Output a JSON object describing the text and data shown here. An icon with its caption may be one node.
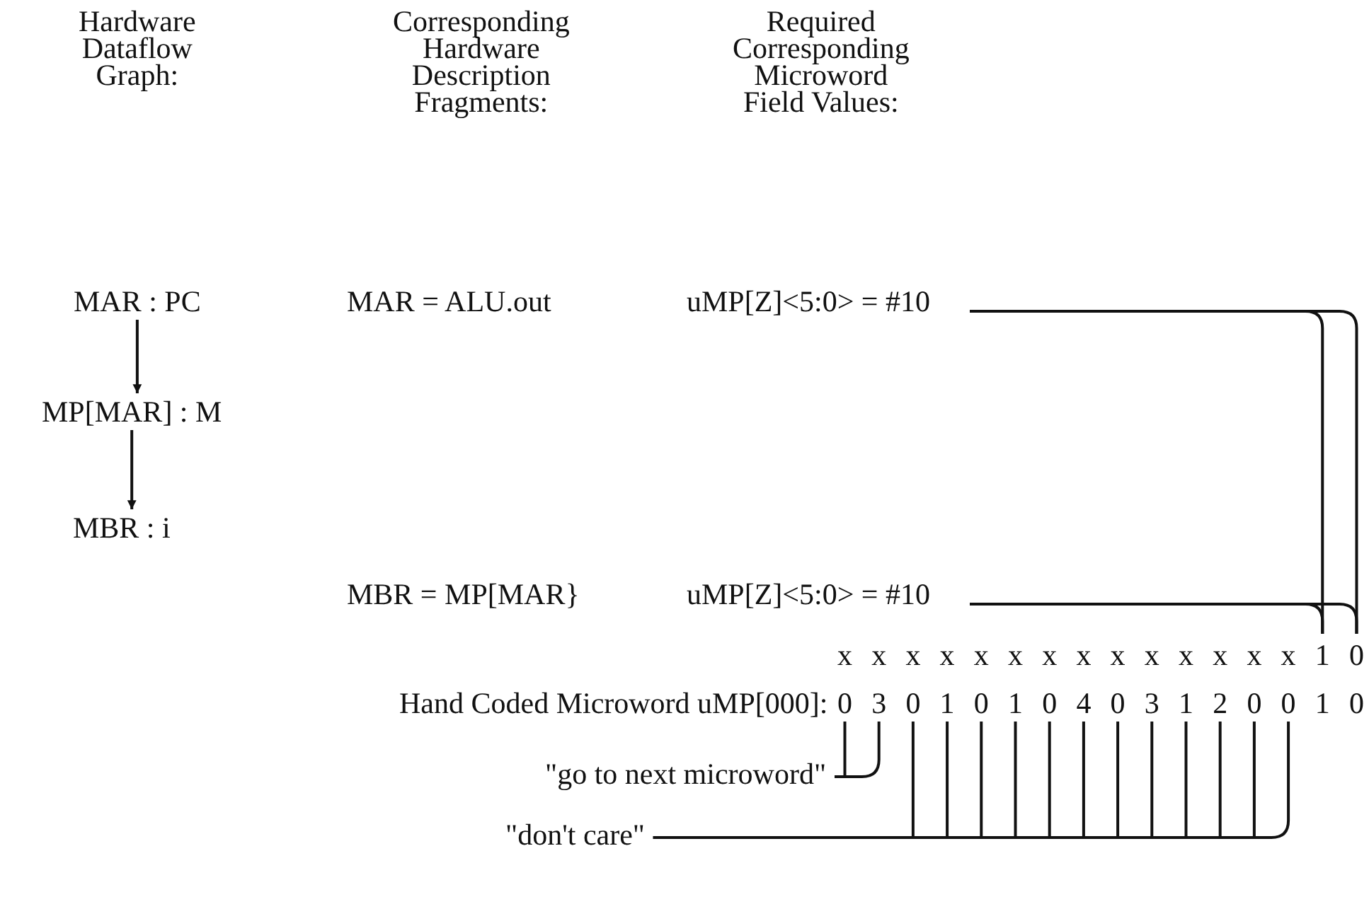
{
  "diagram": {
    "nodes": [
      {
        "text": [
          "MAR : PC"
        ]
      },
      {
        "text": [
          "MP[MAR] : M"
        ]
      },
      {
        "text": [
          "MBR : i"
        ]
      },
      {
        "text": [
          "uMP[Z]<5:0> = #10"
        ]
      },
      {
        "text": [
          "uMP[Z]<5:0> = #10"
        ]
      },
      {
        "text": [
          "x"
        ]
      },
      {
        "text": [
          "x"
        ]
      },
      {
        "text": [
          "x"
        ]
      },
      {
        "text": [
          "x"
        ]
      },
      {
        "text": [
          "x"
        ]
      },
      {
        "text": [
          "x"
        ]
      },
      {
        "text": [
          "x"
        ]
      },
      {
        "text": [
          "x"
        ]
      },
      {
        "text": [
          "x"
        ]
      },
      {
        "text": [
          "x"
        ]
      },
      {
        "text": [
          "x"
        ]
      },
      {
        "text": [
          "x"
        ]
      },
      {
        "text": [
          "x"
        ]
      },
      {
        "text": [
          "x"
        ]
      },
      {
        "text": [
          "1"
        ]
      },
      {
        "text": [
          "0"
        ]
      },
      {
        "text": [
          "0"
        ]
      },
      {
        "text": [
          "3"
        ]
      },
      {
        "text": [
          "0"
        ]
      },
      {
        "text": [
          "1"
        ]
      },
      {
        "text": [
          "0"
        ]
      },
      {
        "text": [
          "1"
        ]
      },
      {
        "text": [
          "0"
        ]
      },
      {
        "text": [
          "4"
        ]
      },
      {
        "text": [
          "0"
        ]
      },
      {
        "text": [
          "3"
        ]
      },
      {
        "text": [
          "1"
        ]
      },
      {
        "text": [
          "2"
        ]
      },
      {
        "text": [
          "0"
        ]
      },
      {
        "text": [
          "0"
        ]
      },
      {
        "text": [
          "1"
        ]
      },
      {
        "text": [
          "0"
        ]
      },
      {
        "text": [
          "\"go to next microword\""
        ]
      },
      {
        "text": [
          "\"don't care\""
        ]
      }
    ],
    "edges": [
      {
        "from": 0,
        "to": 1,
        "arrow": "to"
      },
      {
        "from": 1,
        "to": 2,
        "arrow": "to"
      },
      {
        "from": 3,
        "to": 19,
        "arrow": "none"
      },
      {
        "from": 3,
        "to": 20,
        "arrow": "none"
      },
      {
        "from": 4,
        "to": 19,
        "arrow": "none"
      },
      {
        "from": 4,
        "to": 20,
        "arrow": "none"
      },
      {
        "from": 37,
        "to": 21,
        "arrow": "none"
      },
      {
        "from": 37,
        "to": 22,
        "arrow": "none"
      },
      {
        "from": 38,
        "to": 23,
        "arrow": "none"
      },
      {
        "from": 38,
        "to": 24,
        "arrow": "none"
      },
      {
        "from": 38,
        "to": 25,
        "arrow": "none"
      },
      {
        "from": 38,
        "to": 26,
        "arrow": "none"
      },
      {
        "from": 38,
        "to": 27,
        "arrow": "none"
      },
      {
        "from": 38,
        "to": 28,
        "arrow": "none"
      },
      {
        "from": 38,
        "to": 29,
        "arrow": "none"
      },
      {
        "from": 38,
        "to": 30,
        "arrow": "none"
      },
      {
        "from": 38,
        "to": 31,
        "arrow": "none"
      },
      {
        "from": 38,
        "to": 32,
        "arrow": "none"
      },
      {
        "from": 38,
        "to": 33,
        "arrow": "none"
      },
      {
        "from": 38,
        "to": 34,
        "arrow": "none"
      }
    ],
    "labels": [
      "Hardware Dataflow Graph:",
      "Corresponding Hardware Description Fragments:",
      "Required Corresponding Microword Field Values:",
      "MAR = ALU.out",
      "MBR = MP[MAR}",
      "Hand Coded Microword uMP[000]:"
    ]
  }
}
